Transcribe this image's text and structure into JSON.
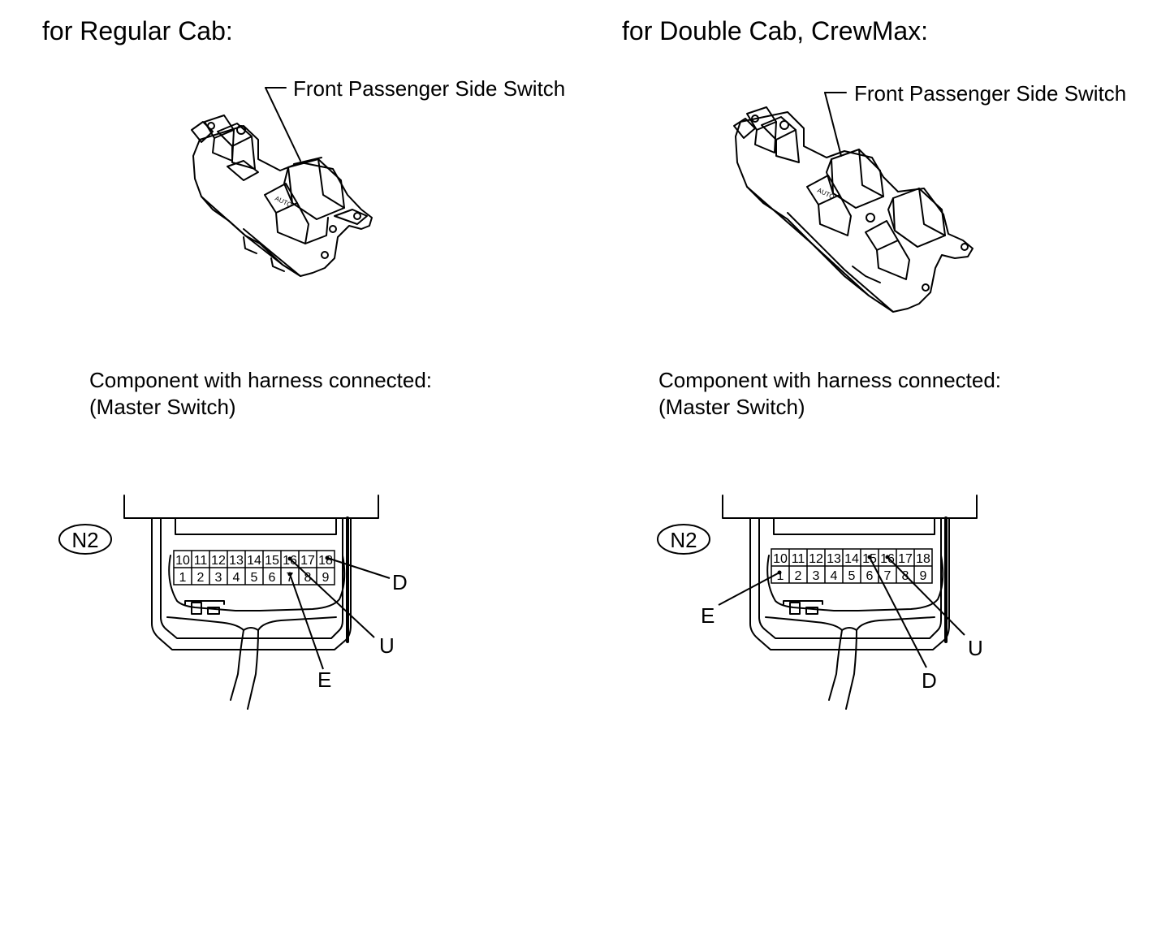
{
  "left": {
    "heading": "for Regular Cab:",
    "switch_label": "Front Passenger Side Switch",
    "auto_badge": "AUTO",
    "caption_line1": "Component with harness connected:",
    "caption_line2": "(Master Switch)",
    "connector_id": "N2",
    "pins_top": [
      "10",
      "11",
      "12",
      "13",
      "14",
      "15",
      "16",
      "17",
      "18"
    ],
    "pins_bottom": [
      "1",
      "2",
      "3",
      "4",
      "5",
      "6",
      "7",
      "8",
      "9"
    ],
    "terminal_d": "D",
    "terminal_u": "U",
    "terminal_e": "E"
  },
  "right": {
    "heading": "for Double Cab, CrewMax:",
    "switch_label": "Front Passenger Side Switch",
    "auto_badge": "AUTO",
    "caption_line1": "Component with harness connected:",
    "caption_line2": "(Master Switch)",
    "connector_id": "N2",
    "pins_top": [
      "10",
      "11",
      "12",
      "13",
      "14",
      "15",
      "16",
      "17",
      "18"
    ],
    "pins_bottom": [
      "1",
      "2",
      "3",
      "4",
      "5",
      "6",
      "7",
      "8",
      "9"
    ],
    "terminal_d": "D",
    "terminal_u": "U",
    "terminal_e": "E"
  }
}
